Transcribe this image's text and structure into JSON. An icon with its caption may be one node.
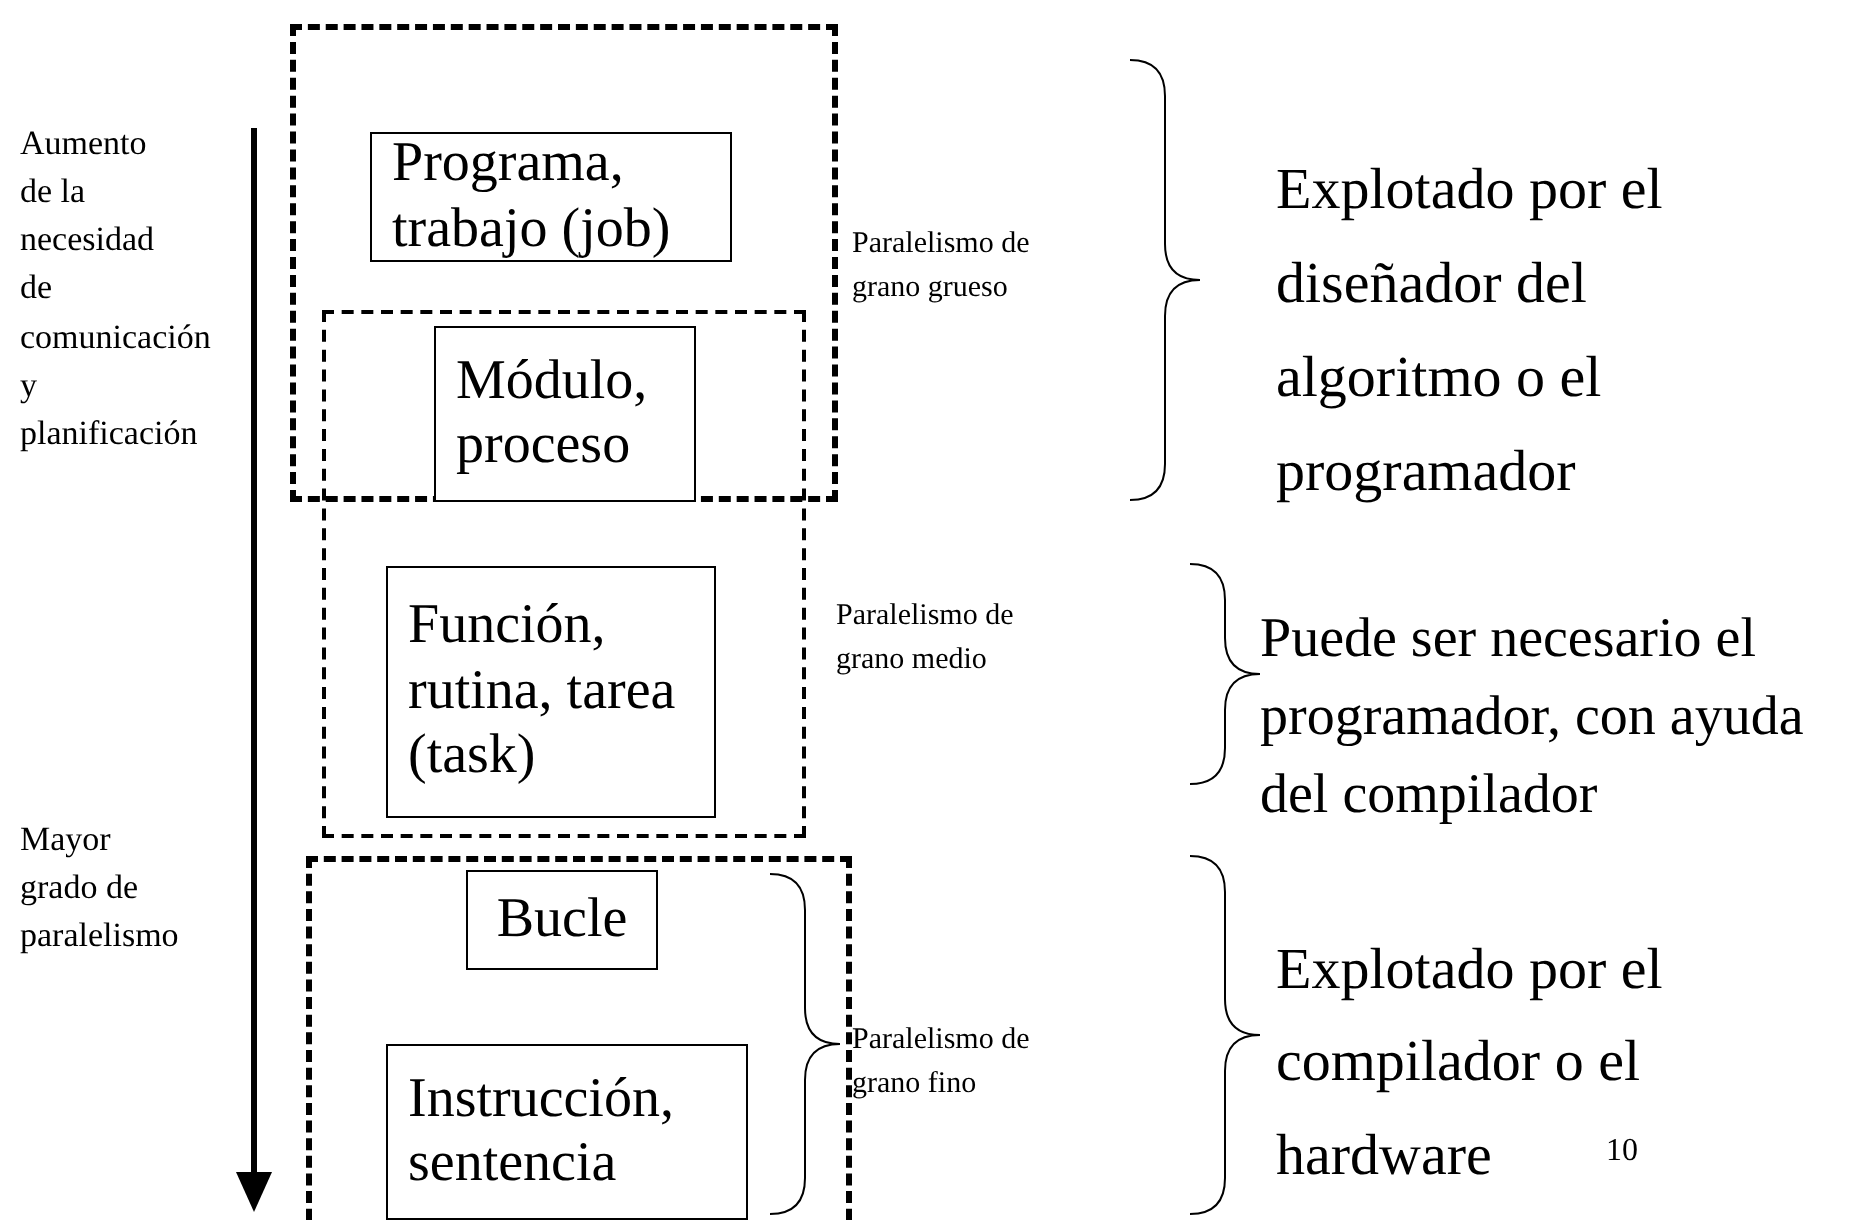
{
  "diagram": {
    "nodes": [
      {
        "text": [],
        "shape": "box",
        "beside": [
          "Paralelismo de grano grueso"
        ]
      },
      {
        "text": [
          "Programa, trabajo (job)"
        ],
        "in": 0
      },
      {
        "text": [
          "Módulo, proceso"
        ]
      },
      {
        "text": [],
        "shape": "box",
        "beside": [
          "Paralelismo de grano medio"
        ]
      },
      {
        "text": [
          "Función, rutina, tarea (task)"
        ],
        "in": 3
      },
      {
        "text": [],
        "shape": "box",
        "beside": [
          "Paralelismo de grano fino"
        ]
      },
      {
        "text": [
          "Bucle"
        ],
        "in": 5
      },
      {
        "text": [
          "Instrucción, sentencia"
        ],
        "in": 5
      }
    ],
    "labels": [
      "Aumento de la necesidad de comunicación y planificación",
      "Mayor grado de paralelismo",
      "Explotado por el diseñador del algoritmo o el programador",
      "Puede ser necesario el programador, con ayuda del compilador",
      "Explotado por el compilador o el hardware",
      "10"
    ]
  }
}
